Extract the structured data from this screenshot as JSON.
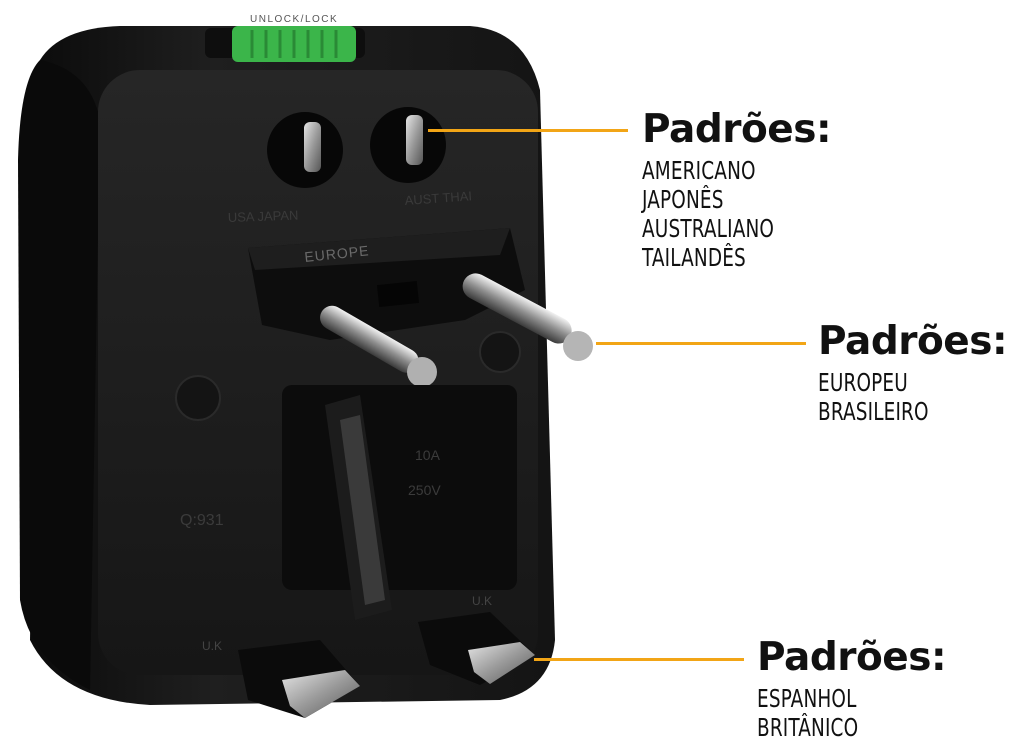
{
  "product": {
    "slider_label": "UNLOCK/LOCK",
    "socket_top_left_label": "USA JAPAN",
    "socket_top_right_label": "AUST THAI",
    "plug_label": "EUROPE",
    "rating_amp": "10A",
    "rating_volt": "250V",
    "model_code": "Q:931",
    "uk_left_label": "U.K",
    "uk_right_label": "U.K"
  },
  "colors": {
    "leader": "#f2a516",
    "body": "#1a1a1a",
    "slider": "#3bb54a"
  },
  "callouts": [
    {
      "title": "Padrões:",
      "items": [
        "AMERICANO",
        "JAPONÊS",
        "AUSTRALIANO",
        "TAILANDÊS"
      ]
    },
    {
      "title": "Padrões:",
      "items": [
        "EUROPEU",
        "BRASILEIRO"
      ]
    },
    {
      "title": "Padrões:",
      "items": [
        "ESPANHOL",
        "BRITÂNICO"
      ]
    }
  ]
}
